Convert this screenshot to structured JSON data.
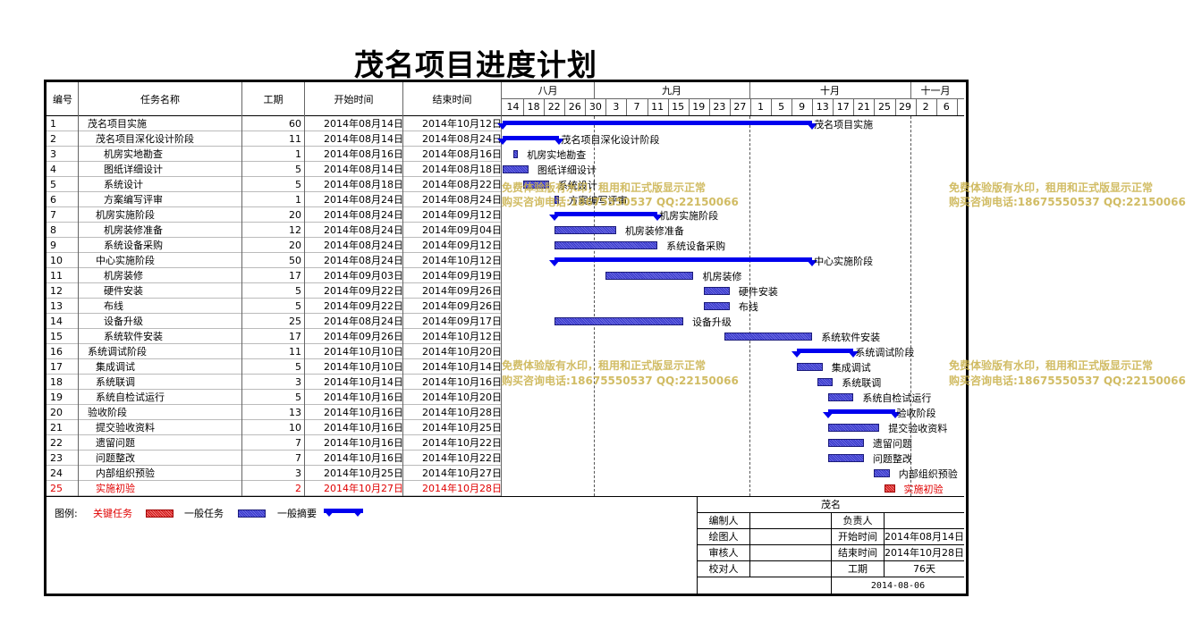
{
  "title": "茂名项目进度计划",
  "columns": {
    "id": "编号",
    "name": "任务名称",
    "duration": "工期",
    "start": "开始时间",
    "end": "结束时间"
  },
  "timeline": {
    "months": [
      {
        "label": "八月"
      },
      {
        "label": "九月"
      },
      {
        "label": "十月"
      },
      {
        "label": "十一月"
      }
    ],
    "days": [
      "14",
      "18",
      "22",
      "26",
      "30",
      "3",
      "7",
      "11",
      "15",
      "19",
      "23",
      "27",
      "1",
      "5",
      "9",
      "13",
      "17",
      "21",
      "25",
      "29",
      "2",
      "6"
    ]
  },
  "chart_data": {
    "type": "gantt",
    "x_unit": "date",
    "tasks": [
      {
        "id": "1",
        "name": "茂名项目实施",
        "indent": 0,
        "duration": "60",
        "start": "2014年08月14日",
        "end": "2014年10月12日",
        "kind": "summary",
        "bar_label": "茂名项目实施",
        "from": "2014-08-14",
        "to": "2014-10-12"
      },
      {
        "id": "2",
        "name": "茂名项目深化设计阶段",
        "indent": 1,
        "duration": "11",
        "start": "2014年08月14日",
        "end": "2014年08月24日",
        "kind": "summary",
        "bar_label": "茂名项目深化设计阶段",
        "from": "2014-08-14",
        "to": "2014-08-24"
      },
      {
        "id": "3",
        "name": "机房实地勘查",
        "indent": 2,
        "duration": "1",
        "start": "2014年08月16日",
        "end": "2014年08月16日",
        "kind": "task",
        "bar_label": "机房实地勘查",
        "from": "2014-08-16",
        "to": "2014-08-16"
      },
      {
        "id": "4",
        "name": "图纸详细设计",
        "indent": 2,
        "duration": "5",
        "start": "2014年08月14日",
        "end": "2014年08月18日",
        "kind": "task",
        "bar_label": "图纸详细设计",
        "from": "2014-08-14",
        "to": "2014-08-18"
      },
      {
        "id": "5",
        "name": "系统设计",
        "indent": 2,
        "duration": "5",
        "start": "2014年08月18日",
        "end": "2014年08月22日",
        "kind": "task",
        "bar_label": "系统设计",
        "from": "2014-08-18",
        "to": "2014-08-22"
      },
      {
        "id": "6",
        "name": "方案编写评审",
        "indent": 2,
        "duration": "1",
        "start": "2014年08月24日",
        "end": "2014年08月24日",
        "kind": "task",
        "bar_label": "方案编写评审",
        "from": "2014-08-24",
        "to": "2014-08-24"
      },
      {
        "id": "7",
        "name": "机房实施阶段",
        "indent": 1,
        "duration": "20",
        "start": "2014年08月24日",
        "end": "2014年09月12日",
        "kind": "summary",
        "bar_label": "机房实施阶段",
        "from": "2014-08-24",
        "to": "2014-09-12"
      },
      {
        "id": "8",
        "name": "机房装修准备",
        "indent": 2,
        "duration": "12",
        "start": "2014年08月24日",
        "end": "2014年09月04日",
        "kind": "task",
        "bar_label": "机房装修准备",
        "from": "2014-08-24",
        "to": "2014-09-04"
      },
      {
        "id": "9",
        "name": "系统设备采购",
        "indent": 2,
        "duration": "20",
        "start": "2014年08月24日",
        "end": "2014年09月12日",
        "kind": "task",
        "bar_label": "系统设备采购",
        "from": "2014-08-24",
        "to": "2014-09-12"
      },
      {
        "id": "10",
        "name": "中心实施阶段",
        "indent": 1,
        "duration": "50",
        "start": "2014年08月24日",
        "end": "2014年10月12日",
        "kind": "summary",
        "bar_label": "中心实施阶段",
        "from": "2014-08-24",
        "to": "2014-10-12"
      },
      {
        "id": "11",
        "name": "机房装修",
        "indent": 2,
        "duration": "17",
        "start": "2014年09月03日",
        "end": "2014年09月19日",
        "kind": "task",
        "bar_label": "机房装修",
        "from": "2014-09-03",
        "to": "2014-09-19"
      },
      {
        "id": "12",
        "name": "硬件安装",
        "indent": 2,
        "duration": "5",
        "start": "2014年09月22日",
        "end": "2014年09月26日",
        "kind": "task",
        "bar_label": "硬件安装",
        "from": "2014-09-22",
        "to": "2014-09-26"
      },
      {
        "id": "13",
        "name": "布线",
        "indent": 2,
        "duration": "5",
        "start": "2014年09月22日",
        "end": "2014年09月26日",
        "kind": "task",
        "bar_label": "布线",
        "from": "2014-09-22",
        "to": "2014-09-26"
      },
      {
        "id": "14",
        "name": "设备升级",
        "indent": 2,
        "duration": "25",
        "start": "2014年08月24日",
        "end": "2014年09月17日",
        "kind": "task",
        "bar_label": "设备升级",
        "from": "2014-08-24",
        "to": "2014-09-17"
      },
      {
        "id": "15",
        "name": "系统软件安装",
        "indent": 2,
        "duration": "17",
        "start": "2014年09月26日",
        "end": "2014年10月12日",
        "kind": "task",
        "bar_label": "系统软件安装",
        "from": "2014-09-26",
        "to": "2014-10-12"
      },
      {
        "id": "16",
        "name": "系统调试阶段",
        "indent": 0,
        "duration": "11",
        "start": "2014年10月10日",
        "end": "2014年10月20日",
        "kind": "summary",
        "bar_label": "系统调试阶段",
        "from": "2014-10-10",
        "to": "2014-10-20"
      },
      {
        "id": "17",
        "name": "集成调试",
        "indent": 1,
        "duration": "5",
        "start": "2014年10月10日",
        "end": "2014年10月14日",
        "kind": "task",
        "bar_label": "集成调试",
        "from": "2014-10-10",
        "to": "2014-10-14"
      },
      {
        "id": "18",
        "name": "系统联调",
        "indent": 1,
        "duration": "3",
        "start": "2014年10月14日",
        "end": "2014年10月16日",
        "kind": "task",
        "bar_label": "系统联调",
        "from": "2014-10-14",
        "to": "2014-10-16"
      },
      {
        "id": "19",
        "name": "系统自检试运行",
        "indent": 1,
        "duration": "5",
        "start": "2014年10月16日",
        "end": "2014年10月20日",
        "kind": "task",
        "bar_label": "系统自检试运行",
        "from": "2014-10-16",
        "to": "2014-10-20"
      },
      {
        "id": "20",
        "name": "验收阶段",
        "indent": 0,
        "duration": "13",
        "start": "2014年10月16日",
        "end": "2014年10月28日",
        "kind": "summary",
        "bar_label": "验收阶段",
        "from": "2014-10-16",
        "to": "2014-10-28"
      },
      {
        "id": "21",
        "name": "提交验收资料",
        "indent": 1,
        "duration": "10",
        "start": "2014年10月16日",
        "end": "2014年10月25日",
        "kind": "task",
        "bar_label": "提交验收资料",
        "from": "2014-10-16",
        "to": "2014-10-25"
      },
      {
        "id": "22",
        "name": "遗留问题",
        "indent": 1,
        "duration": "7",
        "start": "2014年10月16日",
        "end": "2014年10月22日",
        "kind": "task",
        "bar_label": "遗留问题",
        "from": "2014-10-16",
        "to": "2014-10-22"
      },
      {
        "id": "23",
        "name": "问题整改",
        "indent": 1,
        "duration": "7",
        "start": "2014年10月16日",
        "end": "2014年10月22日",
        "kind": "task",
        "bar_label": "问题整改",
        "from": "2014-10-16",
        "to": "2014-10-22"
      },
      {
        "id": "24",
        "name": "内部组织预验",
        "indent": 1,
        "duration": "3",
        "start": "2014年10月25日",
        "end": "2014年10月27日",
        "kind": "task",
        "bar_label": "内部组织预验",
        "from": "2014-10-25",
        "to": "2014-10-27"
      },
      {
        "id": "25",
        "name": "实施初验",
        "indent": 1,
        "duration": "2",
        "start": "2014年10月27日",
        "end": "2014年10月28日",
        "kind": "critical",
        "bar_label": "实施初验",
        "from": "2014-10-27",
        "to": "2014-10-28"
      }
    ]
  },
  "legend": {
    "label": "图例:",
    "critical": "关键任务",
    "task": "一般任务",
    "summary": "一般摘要",
    "colors": {
      "critical": "#d01010",
      "task": "#4a4ad8",
      "summary": "#0000ee"
    }
  },
  "info": {
    "org": "茂名",
    "editor_label": "编制人",
    "owner_label": "负责人",
    "drawer_label": "绘图人",
    "start_label": "开始时间",
    "start_value": "2014年08月14日",
    "reviewer_label": "审核人",
    "end_label": "结束时间",
    "end_value": "2014年10月28日",
    "checker_label": "校对人",
    "duration_label": "工期",
    "duration_value": "76天",
    "print_date": "2014-08-06"
  },
  "watermark": {
    "line1": "免费体验版有水印，租用和正式版显示正常",
    "line2": "购买咨询电话:18675550537 QQ:22150066"
  }
}
